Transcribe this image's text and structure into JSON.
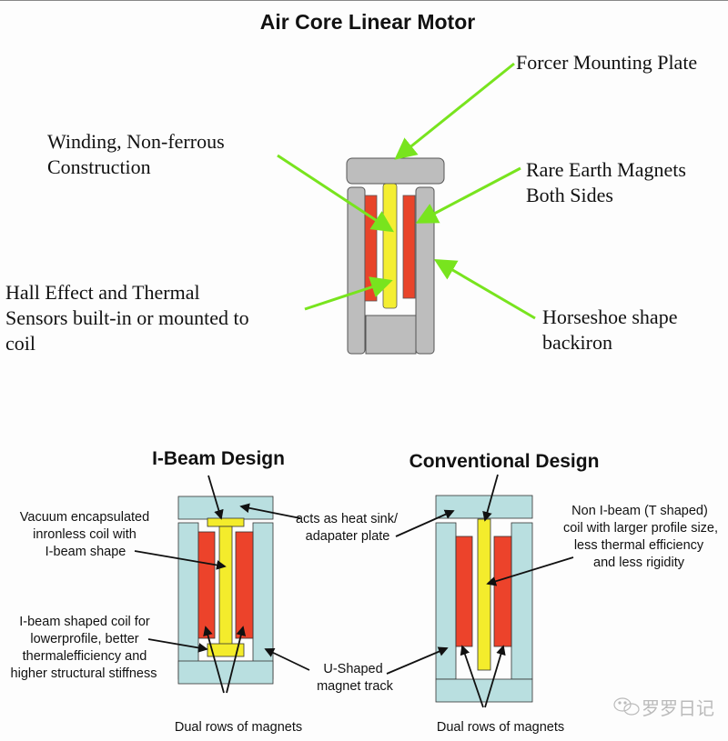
{
  "title": "Air Core Linear Motor",
  "top_diagram": {
    "labels": {
      "forcer_plate": "Forcer Mounting Plate",
      "winding": [
        "Winding,  Non-ferrous",
        "Construction"
      ],
      "magnets": [
        "Rare Earth Magnets",
        "Both Sides"
      ],
      "hall": [
        "Hall Effect and Thermal",
        "Sensors built-in or mounted to",
        "coil"
      ],
      "backiron": [
        "Horseshoe shape",
        "backiron"
      ]
    },
    "colors": {
      "iron": "#bdbdbd",
      "magnet": "#e8442a",
      "coil": "#f4ee32",
      "arrow": "#78e41e"
    }
  },
  "ibeam": {
    "title": "I-Beam Design",
    "labels": {
      "vacuum": [
        "Vacuum encapsulated",
        "inronless coil with",
        "I-beam shape"
      ],
      "heat_sink": [
        "acts as heat sink/",
        "adapater plate"
      ],
      "ibeam_coil": [
        "I-beam shaped coil for",
        "lowerprofile, better",
        "thermalefficiency and",
        "higher structural stiffness"
      ],
      "u_track": [
        "U-Shaped",
        "magnet track"
      ],
      "dual_rows": "Dual rows of magnets"
    }
  },
  "conventional": {
    "title": "Conventional Design",
    "labels": {
      "non_ibeam": [
        "Non I-beam (T shaped)",
        "coil with larger profile size,",
        "less thermal efficiency",
        "and less rigidity"
      ],
      "dual_rows": "Dual rows of magnets"
    }
  },
  "colors": {
    "track": "#b9dfe0",
    "magnet": "#ec432b",
    "coil": "#f4ec2c",
    "arrow": "#111111"
  },
  "watermark": {
    "icon": "wechat-icon",
    "text": "罗罗日记"
  }
}
